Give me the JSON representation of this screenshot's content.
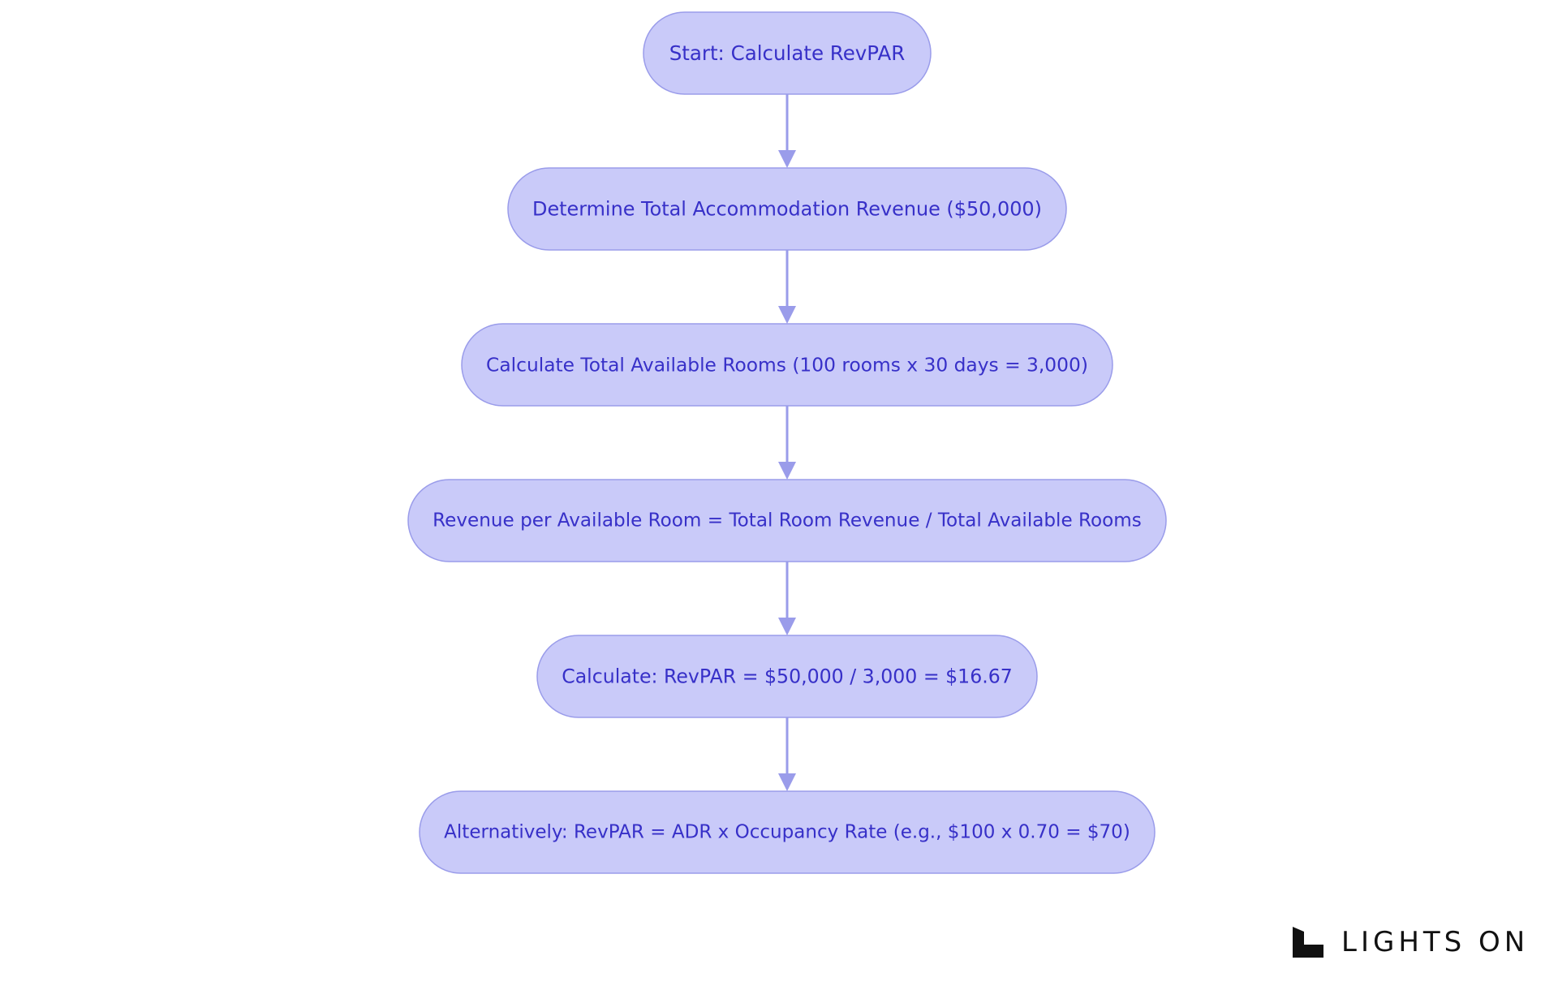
{
  "colors": {
    "node_fill": "#c9caf9",
    "node_stroke": "#9a9cea",
    "text": "#3730c8",
    "edge": "#9a9cea",
    "logo": "#111111"
  },
  "nodes": [
    {
      "id": "start",
      "label": "Start: Calculate RevPAR"
    },
    {
      "id": "revenue",
      "label": "Determine Total Accommodation Revenue ($50,000)"
    },
    {
      "id": "rooms",
      "label": "Calculate Total Available Rooms (100 rooms x 30 days = 3,000)"
    },
    {
      "id": "formula",
      "label": "Revenue per Available Room = Total Room Revenue / Total Available Rooms"
    },
    {
      "id": "calculate",
      "label": "Calculate: RevPAR = $50,000 / 3,000 = $16.67"
    },
    {
      "id": "alternative",
      "label": "Alternatively: RevPAR = ADR x Occupancy Rate (e.g., $100 x 0.70 = $70)"
    }
  ],
  "edges": [
    {
      "from": "start",
      "to": "revenue"
    },
    {
      "from": "revenue",
      "to": "rooms"
    },
    {
      "from": "rooms",
      "to": "formula"
    },
    {
      "from": "formula",
      "to": "calculate"
    },
    {
      "from": "calculate",
      "to": "alternative"
    }
  ],
  "logo": {
    "icon": "lights-on-logo-icon",
    "text": "LIGHTS ON"
  }
}
